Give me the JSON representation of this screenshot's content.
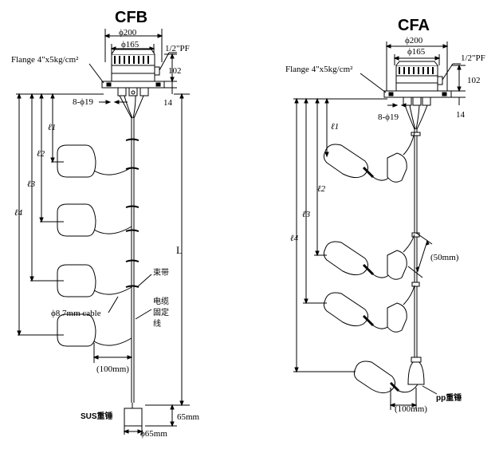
{
  "cfb": {
    "title": "CFB",
    "dim_200": "ϕ200",
    "dim_165": "ϕ165",
    "thread": "1/2\"PF",
    "flange": "Flange 4\"x5kg/cm²",
    "dim_102": "102",
    "dim_14": "14",
    "bolts": "8-ϕ19",
    "l1": "ℓ1",
    "l2": "ℓ2",
    "l3": "ℓ3",
    "l4": "ℓ4",
    "L": "L",
    "strap": "束带",
    "cable_fix": [
      "电缆",
      "固定",
      "线"
    ],
    "cable": "ϕ8.7mm cable",
    "dim_100": "(100mm)",
    "weight": "SUS重锤",
    "dim_65h": "65mm",
    "dim_65d": "ϕ65mm"
  },
  "cfa": {
    "title": "CFA",
    "dim_200": "ϕ200",
    "dim_165": "ϕ165",
    "thread": "1/2\"PF",
    "flange": "Flange 4\"x5kg/cm²",
    "dim_102": "102",
    "dim_14": "14",
    "bolts": "8-ϕ19",
    "l1": "ℓ1",
    "l2": "ℓ2",
    "l3": "ℓ3",
    "l4": "ℓ4",
    "dim_50": "(50mm)",
    "dim_100": "(100mm)",
    "weight": "pp重锤"
  }
}
